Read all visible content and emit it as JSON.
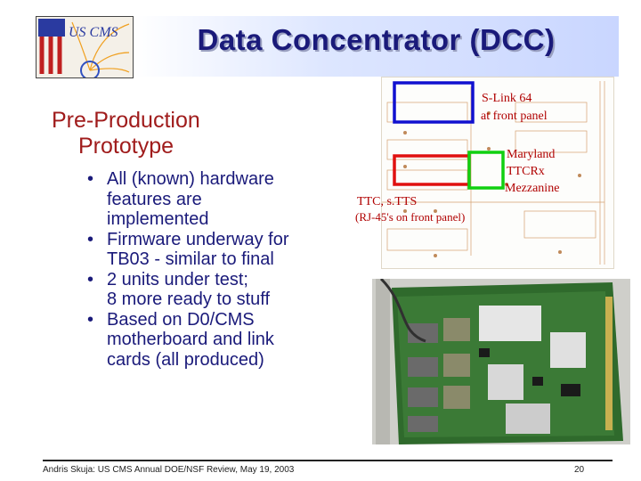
{
  "logo": {
    "text": "US CMS"
  },
  "title": "Data Concentrator (DCC)",
  "subtitle": {
    "line1": "Pre-Production",
    "line2": "Prototype"
  },
  "bullets": [
    {
      "symbol": "•",
      "text": "All (known) hardware\nfeatures are\nimplemented"
    },
    {
      "symbol": "•",
      "text": "Firmware underway for\nTB03 - similar to final"
    },
    {
      "symbol": "•",
      "text": "2 units under test;\n8 more ready to stuff"
    },
    {
      "symbol": "•",
      "text": "Based on D0/CMS\nmotherboard and link\ncards (all produced)"
    }
  ],
  "annotations": {
    "slink_line1": "S-Link 64",
    "slink_line2": "at front panel",
    "ttcrx_line1": "Maryland",
    "ttcrx_line2": "TTCRx",
    "ttcrx_line3": "Mezzanine",
    "ttc_line1": "TTC, s.TTS",
    "ttc_line2": "(RJ-45's on front panel)"
  },
  "footer": {
    "text": "Andris Skuja: US CMS Annual DOE/NSF Review, May 19, 2003",
    "page": "20"
  },
  "colors": {
    "title": "#1a1a7a",
    "subtitle": "#a01c1c",
    "annotation": "#b00000",
    "blue_box": "#1010d0",
    "red_box": "#e01010",
    "green_box": "#10d010"
  }
}
